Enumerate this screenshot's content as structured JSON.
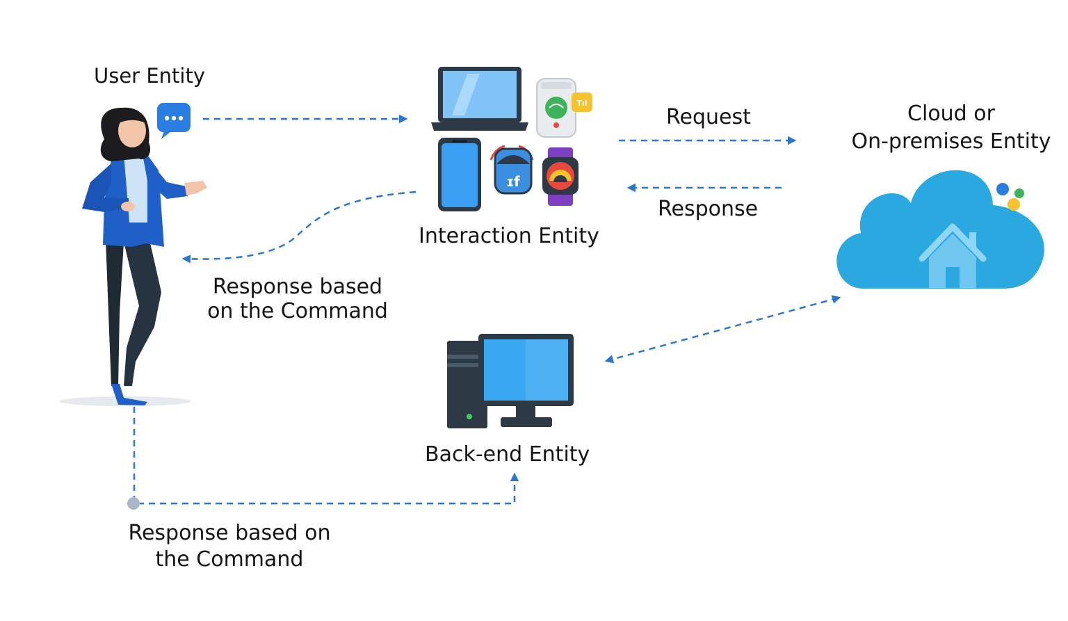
{
  "labels": {
    "user_entity": "User Entity",
    "interaction_entity": "Interaction Entity",
    "cloud_entity": {
      "line1": "Cloud or",
      "line2": "On-premises Entity"
    },
    "backend_entity": "Back-end Entity",
    "request": "Request",
    "response": "Response",
    "response_command_mid": {
      "line1": "Response based",
      "line2": "on the Command"
    },
    "response_command_bottom": {
      "line1": "Response based on",
      "line2": "the Command"
    }
  },
  "colors": {
    "arrow": "#2878d0",
    "cloud": "#2aa8e0",
    "device_blue": "#3fa4f2",
    "jacket": "#1f5fc8",
    "dark": "#2d3a45"
  },
  "icons": [
    "chat-bubble-icon",
    "laptop-icon",
    "smart-speaker-icon",
    "smartphone-icon",
    "smart-lock-icon",
    "smartwatch-icon",
    "cloud-icon",
    "home-icon",
    "desktop-computer-icon"
  ]
}
